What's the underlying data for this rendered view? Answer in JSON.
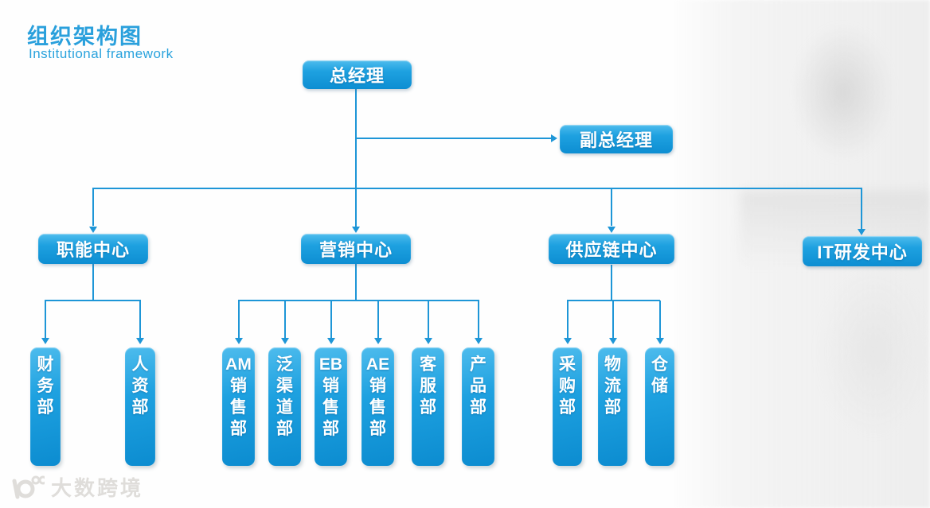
{
  "page": {
    "title": "组织架构图",
    "subtitle": "Institutional framework"
  },
  "colors": {
    "node_blue_top": "#4ebced",
    "node_blue": "#1ea1e0",
    "node_blue_deep": "#0d8ed2",
    "connector_blue": "#1e96d7",
    "title_blue": "#2aa0dc",
    "watermark_gray": "#dfddda"
  },
  "icons": {
    "arrow_down": "▼",
    "arrow_right": "▶"
  },
  "org_chart": {
    "root": {
      "label": "总经理"
    },
    "deputy": {
      "label": "副总经理"
    },
    "centers": [
      {
        "label": "职能中心"
      },
      {
        "label": "营销中心"
      },
      {
        "label": "供应链中心"
      },
      {
        "label": "IT研发中心"
      }
    ],
    "functional_departments": [
      {
        "lines": [
          "财",
          "务",
          "部"
        ]
      },
      {
        "lines": [
          "人",
          "资",
          "部"
        ]
      }
    ],
    "marketing_departments": [
      {
        "lines": [
          "AM",
          "销",
          "售",
          "部"
        ]
      },
      {
        "lines": [
          "泛",
          "渠",
          "道",
          "部"
        ]
      },
      {
        "lines": [
          "EB",
          "销",
          "售",
          "部"
        ]
      },
      {
        "lines": [
          "AE",
          "销",
          "售",
          "部"
        ]
      },
      {
        "lines": [
          "客",
          "服",
          "部"
        ]
      },
      {
        "lines": [
          "产",
          "品",
          "部"
        ]
      }
    ],
    "supply_chain_departments": [
      {
        "lines": [
          "采",
          "购",
          "部"
        ]
      },
      {
        "lines": [
          "物",
          "流",
          "部"
        ]
      },
      {
        "lines": [
          "仓",
          "储"
        ]
      }
    ]
  },
  "watermark": {
    "brand": "大数跨境"
  }
}
